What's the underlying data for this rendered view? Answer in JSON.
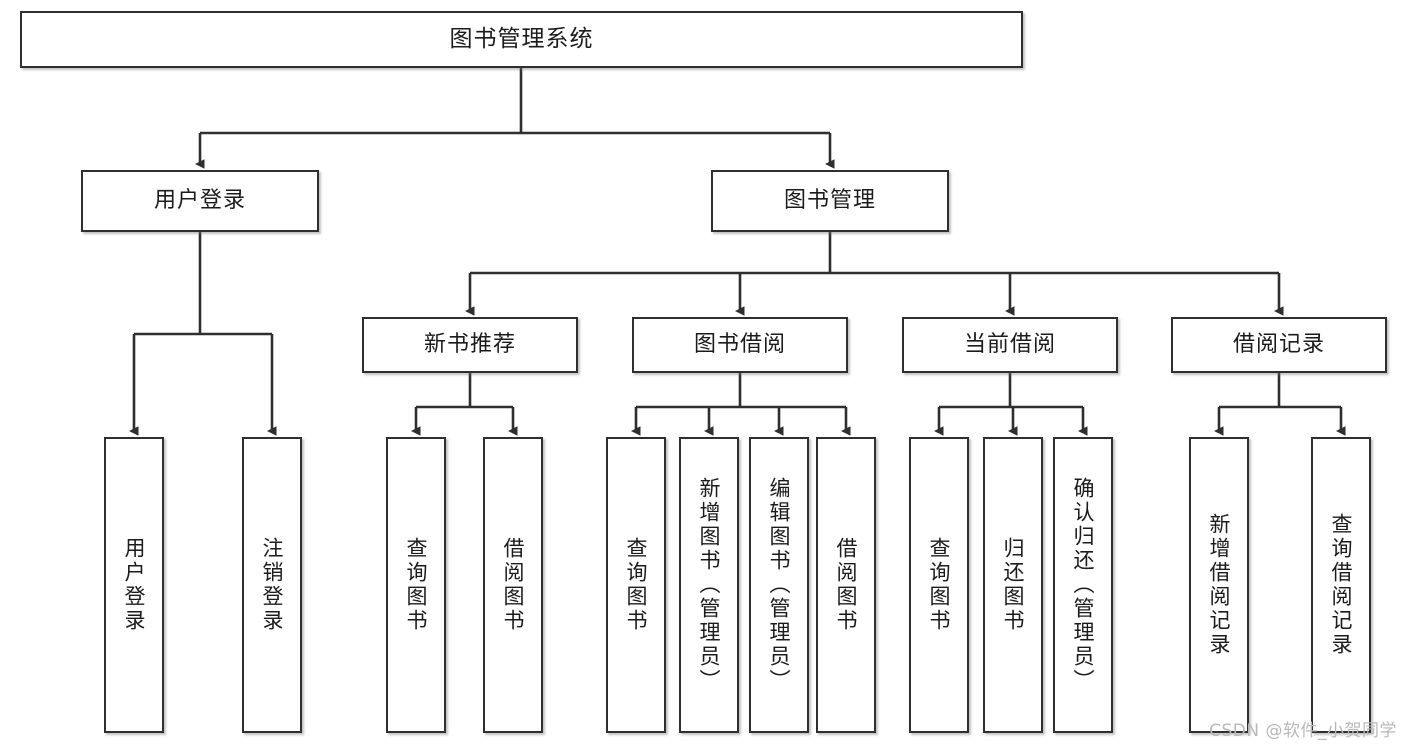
{
  "diagram": {
    "type": "tree",
    "title": "图书管理系统",
    "watermark": "CSDN @软件_小贺同学",
    "style": {
      "box_fill": "#ffffff",
      "box_stroke": "#2f2f2f",
      "text_color": "#1b1b1b",
      "watermark_color": "#b9b9b9",
      "background": "#ffffff"
    },
    "nodes": {
      "root": {
        "label": "图书管理系统"
      },
      "level2": [
        {
          "label": "用户登录"
        },
        {
          "label": "图书管理"
        }
      ],
      "level3": [
        {
          "label": "新书推荐"
        },
        {
          "label": "图书借阅"
        },
        {
          "label": "当前借阅"
        },
        {
          "label": "借阅记录"
        }
      ],
      "leaves": [
        {
          "label": "用户登录",
          "parent": "用户登录"
        },
        {
          "label": "注销登录",
          "parent": "用户登录"
        },
        {
          "label": "查询图书",
          "parent": "新书推荐"
        },
        {
          "label": "借阅图书",
          "parent": "新书推荐"
        },
        {
          "label": "查询图书",
          "parent": "图书借阅"
        },
        {
          "label": "新增图书（管理员）",
          "parent": "图书借阅"
        },
        {
          "label": "编辑图书（管理员）",
          "parent": "图书借阅"
        },
        {
          "label": "借阅图书",
          "parent": "图书借阅"
        },
        {
          "label": "查询图书",
          "parent": "当前借阅"
        },
        {
          "label": "归还图书",
          "parent": "当前借阅"
        },
        {
          "label": "确认归还（管理员）",
          "parent": "当前借阅"
        },
        {
          "label": "新增借阅记录",
          "parent": "借阅记录"
        },
        {
          "label": "查询借阅记录",
          "parent": "借阅记录"
        }
      ]
    }
  }
}
